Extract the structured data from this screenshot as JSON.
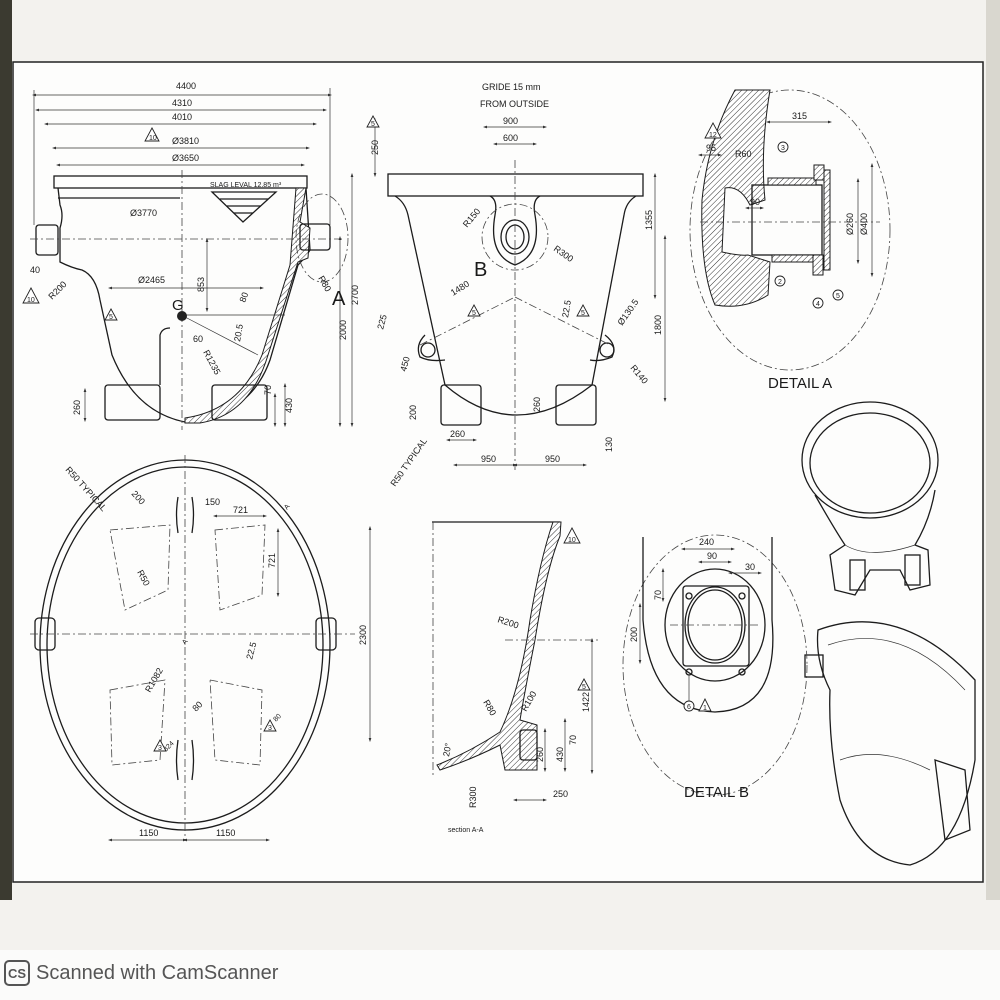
{
  "front_view": {
    "dims": [
      "4400",
      "4310",
      "4010",
      "Ø3810",
      "Ø3650",
      "Ø3770",
      "40",
      "R200",
      "853",
      "Ø2465",
      "80",
      "60",
      "20.5",
      "R1235",
      "2000",
      "2700",
      "R80",
      "260",
      "70",
      "430",
      "250"
    ],
    "slag_label": "SLAG LEVAL 12.85 m³",
    "cg_label": "G",
    "detail_marker": "A",
    "revisions": [
      "10",
      "10",
      "5",
      "5"
    ]
  },
  "side_view": {
    "note_line1": "GRIDE 15 mm",
    "note_line2": "FROM OUTSIDE",
    "dims": [
      "900",
      "600",
      "R150",
      "R300",
      "1480",
      "1355",
      "1800",
      "22.5",
      "Ø130.5",
      "225",
      "450",
      "R140",
      "200",
      "260",
      "260",
      "130",
      "950",
      "950",
      "R50 TYPICAL"
    ],
    "detail_marker": "B",
    "revisions": [
      "5",
      "5"
    ]
  },
  "detail_a": {
    "title": "DETAIL A",
    "dims": [
      "315",
      "95",
      "R60",
      "90",
      "Ø260",
      "Ø400"
    ],
    "balloons": [
      "3",
      "2",
      "4",
      "5"
    ],
    "revision": "12"
  },
  "top_view": {
    "dims": [
      "R50 TYPICAL",
      "200",
      "150",
      "721",
      "721",
      "R50",
      "2300",
      "22.5",
      "R1082",
      "80",
      "324",
      "80",
      "1150",
      "1150"
    ],
    "section_marks": [
      "A",
      "A"
    ],
    "revisions": [
      "3",
      "3"
    ]
  },
  "section_aa": {
    "title": "section A-A",
    "dims": [
      "R200",
      "R80",
      "R100",
      "1422",
      "20°",
      "260",
      "430",
      "70",
      "R300",
      "250"
    ],
    "revisions": [
      "10",
      "5"
    ]
  },
  "detail_b": {
    "title": "DETAIL B",
    "dims": [
      "240",
      "90",
      "30",
      "70",
      "200"
    ],
    "balloon": "6",
    "revision": "1"
  },
  "footer": {
    "logo": "CS",
    "text": "Scanned with CamScanner"
  }
}
